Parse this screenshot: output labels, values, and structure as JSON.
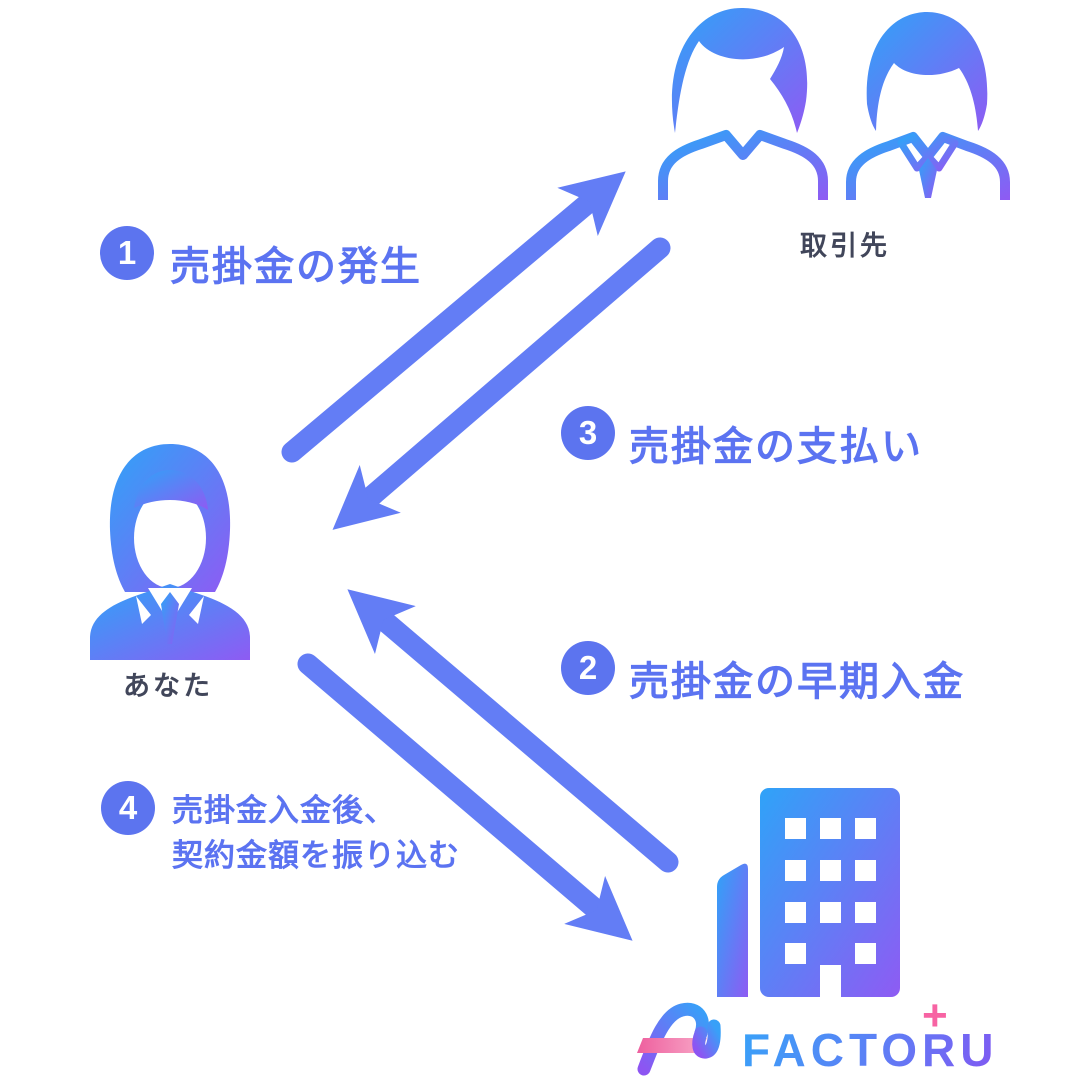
{
  "diagram_title": "factoring-service-flow",
  "colors": {
    "accent_blue": "#5b73f1",
    "arrow_blue": "#637df5",
    "badge_blue": "#5c74ef",
    "icon_gradient_from": "#2fa3f8",
    "icon_gradient_to": "#8e5bf3",
    "pink": "#f763a3",
    "caption_dark": "#41465a"
  },
  "actors": {
    "client": {
      "label": "取引先",
      "icon": "two-people-icon"
    },
    "user": {
      "label": "あなた",
      "icon": "businessman-icon"
    },
    "factoring_company": {
      "label": "FACTORU",
      "icon": "building-icon"
    }
  },
  "steps": [
    {
      "number": "1",
      "label": "売掛金の発生",
      "from": "user",
      "to": "client"
    },
    {
      "number": "2",
      "label": "売掛金の早期入金",
      "from": "factoring_company",
      "to": "user"
    },
    {
      "number": "3",
      "label": "売掛金の支払い",
      "from": "client",
      "to": "user"
    },
    {
      "number": "4",
      "label": "売掛金入金後、契約金額を振り込む",
      "label_line1": "売掛金入金後、",
      "label_line2": "契約金額を振り込む",
      "from": "user",
      "to": "factoring_company"
    }
  ],
  "logo": {
    "text": "FACTORU",
    "plus": "+"
  }
}
